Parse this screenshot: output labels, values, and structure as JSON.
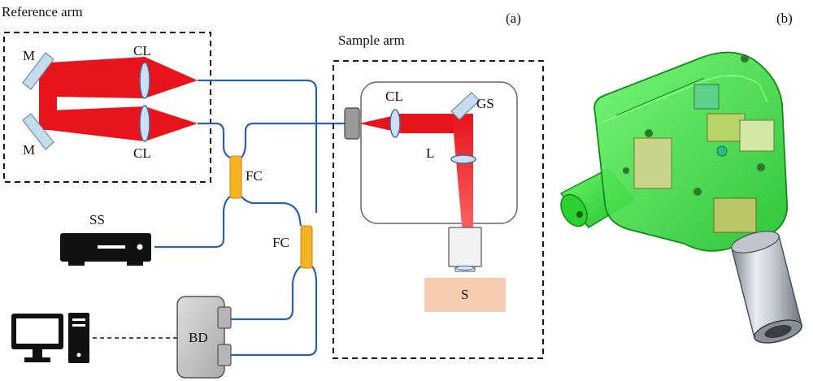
{
  "panel_a": {
    "label": "(a)",
    "reference_arm_title": "Reference arm",
    "sample_arm_title": "Sample arm",
    "labels": {
      "mirror_top": "M",
      "mirror_bottom": "M",
      "lens_top": "CL",
      "lens_bottom": "CL",
      "coupler_1": "FC",
      "coupler_2": "FC",
      "source": "SS",
      "detector": "BD",
      "sample_lens": "CL",
      "galvo": "GS",
      "objective_lens": "L",
      "sample": "S"
    }
  },
  "panel_b": {
    "label": "(b)"
  },
  "colors": {
    "beam": "#e8141c",
    "fiber": "#2f5fb0",
    "coupler": "#f5b323",
    "sample": "#f6cdb0",
    "probe_green": "#3fe23f",
    "detector_gray": "#c9c9c9"
  }
}
